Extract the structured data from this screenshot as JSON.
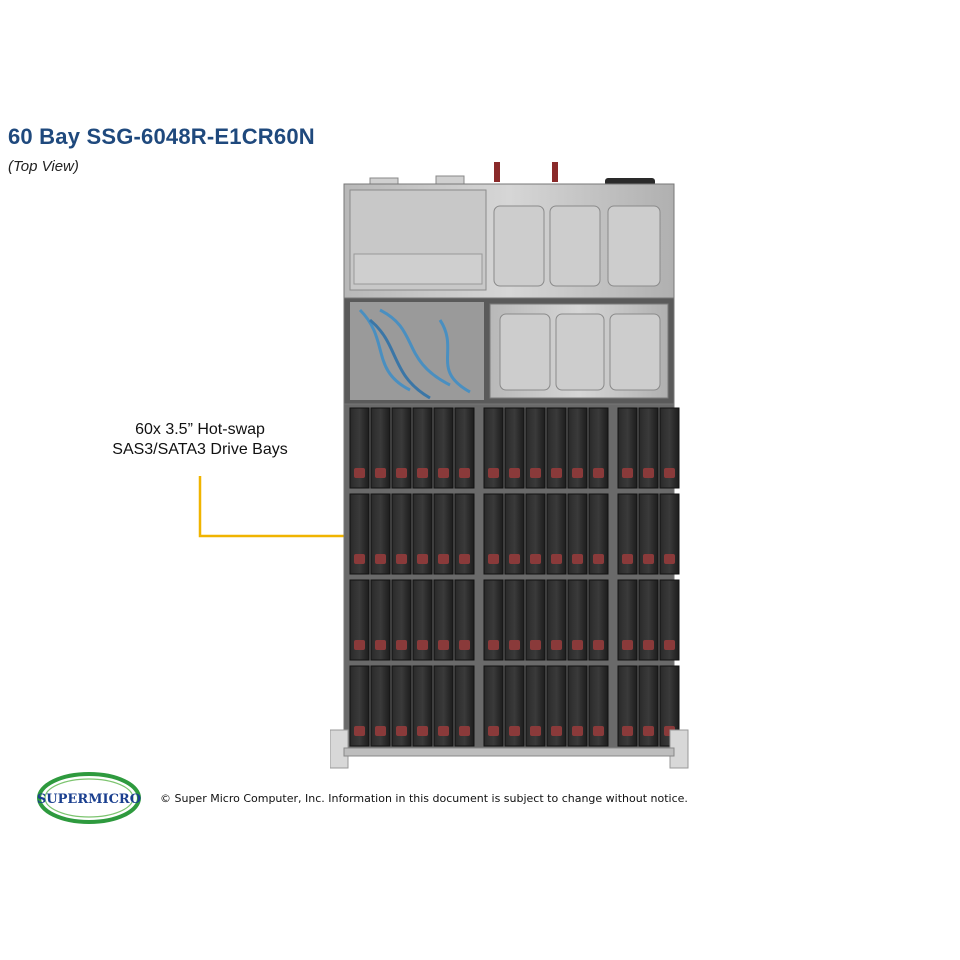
{
  "title": "60 Bay SSG-6048R-E1CR60N",
  "subtitle": "(Top View)",
  "callout": {
    "line1": "60x 3.5” Hot-swap",
    "line2": "SAS3/SATA3 Drive Bays",
    "color": "#f0b400"
  },
  "drive_bays": {
    "rows": 4,
    "groups": [
      6,
      6,
      3
    ],
    "total": 60
  },
  "logo": {
    "text": "SUPERMICRO",
    "ring_color": "#2e9a3e",
    "text_color": "#1a3f8f"
  },
  "copyright": "© Super Micro Computer, Inc. Information in this document is subject to change without notice."
}
